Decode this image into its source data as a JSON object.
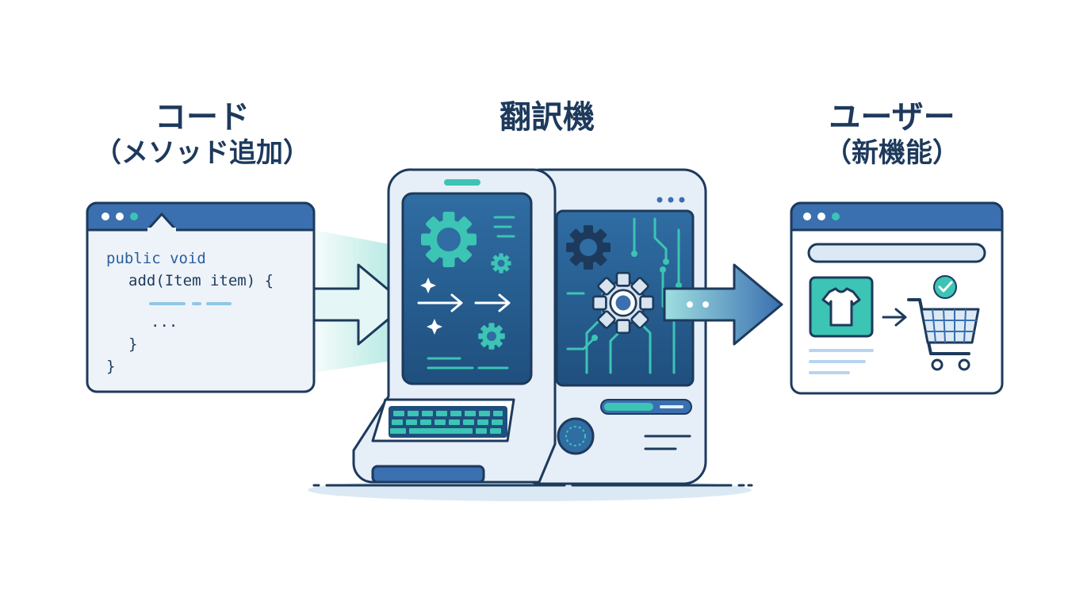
{
  "headings": {
    "code": {
      "title": "コード",
      "subtitle": "（メソッド追加）"
    },
    "translator": {
      "title": "翻訳機"
    },
    "user": {
      "title": "ユーザー",
      "subtitle": "（新機能）"
    }
  },
  "code_window": {
    "lines": [
      "public void",
      "add(Item item) {",
      "...",
      "}",
      "}"
    ]
  },
  "icons": {
    "code_window": "code-editor-window-icon",
    "translator": "translator-machine-icon",
    "user_window": "app-window-icon",
    "product": "tshirt-icon",
    "cart": "shopping-cart-icon",
    "check": "check-badge-icon",
    "gear": "gear-icon",
    "arrow": "arrow-right-icon"
  },
  "colors": {
    "outline": "#1d3a5c",
    "accent_blue": "#3a6fb0",
    "accent_teal": "#3cc4b4",
    "panel_fill": "#eef3f9"
  }
}
